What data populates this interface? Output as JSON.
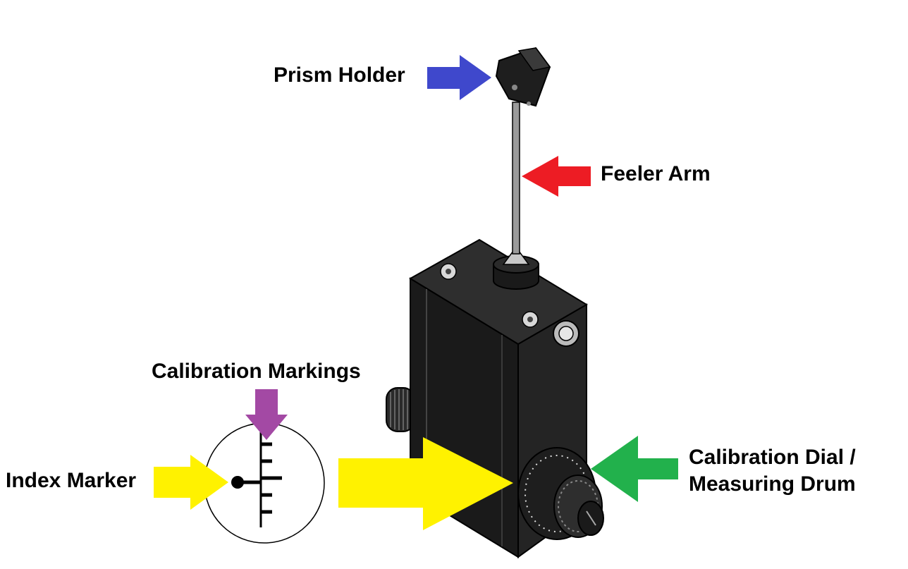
{
  "labels": {
    "prism_holder": "Prism Holder",
    "feeler_arm": "Feeler Arm",
    "calibration_markings": "Calibration Markings",
    "index_marker": "Index Marker",
    "calibration_dial_line1": "Calibration Dial /",
    "calibration_dial_line2": "Measuring Drum"
  },
  "colors": {
    "prism_arrow": "#3f48cc",
    "feeler_arrow": "#ed1c24",
    "markings_arrow": "#a349a4",
    "index_arrow": "#fff200",
    "dial_arrow": "#22b14c",
    "device_body": "#1c1c1c",
    "device_edge": "#000000",
    "arm": "#9a9a9a"
  },
  "icons": {
    "device": "tonometer-illustration",
    "inset": "scale-detail-circle"
  }
}
